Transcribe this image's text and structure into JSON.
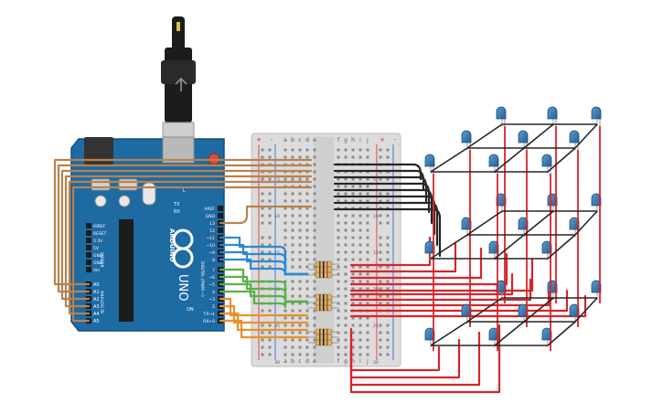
{
  "arduino": {
    "brand": "ARDUINO",
    "model": "UNO",
    "power_title": "POWER",
    "power_pins": [
      "IOREF",
      "RESET",
      "3.3V",
      "5V",
      "GND",
      "GND",
      "Vin"
    ],
    "analog_title": "ANALOG IN",
    "analog_pins": [
      "A0",
      "A1",
      "A2",
      "A3",
      "A4",
      "A5"
    ],
    "digital_title": "DIGITAL (PWM ~)",
    "digital_top": [
      "AREF",
      "GND"
    ],
    "digital_pins": [
      "13",
      "12",
      "~11",
      "~10",
      "~9",
      "8",
      "7",
      "~6",
      "~5",
      "4",
      "~3",
      "2",
      "TX→1",
      "RX←0"
    ],
    "on_label": "ON",
    "tx_label": "TX",
    "rx_label": "RX",
    "l_label": "L"
  },
  "breadboard": {
    "cols_left": [
      "a",
      "b",
      "c",
      "d",
      "e"
    ],
    "cols_right": [
      "f",
      "g",
      "h",
      "i",
      "j"
    ],
    "plus": "+",
    "minus": "-",
    "row_numbers": [
      "5",
      "10",
      "15",
      "20",
      "25",
      "30"
    ]
  },
  "colors": {
    "board": "#1e6aa3",
    "wire_brown": "#b8824f",
    "wire_black": "#262626",
    "wire_red": "#d8242a",
    "wire_blue": "#2a8ad4",
    "wire_green": "#58b146",
    "wire_orange": "#e8912b",
    "led": "#3b82b6"
  }
}
